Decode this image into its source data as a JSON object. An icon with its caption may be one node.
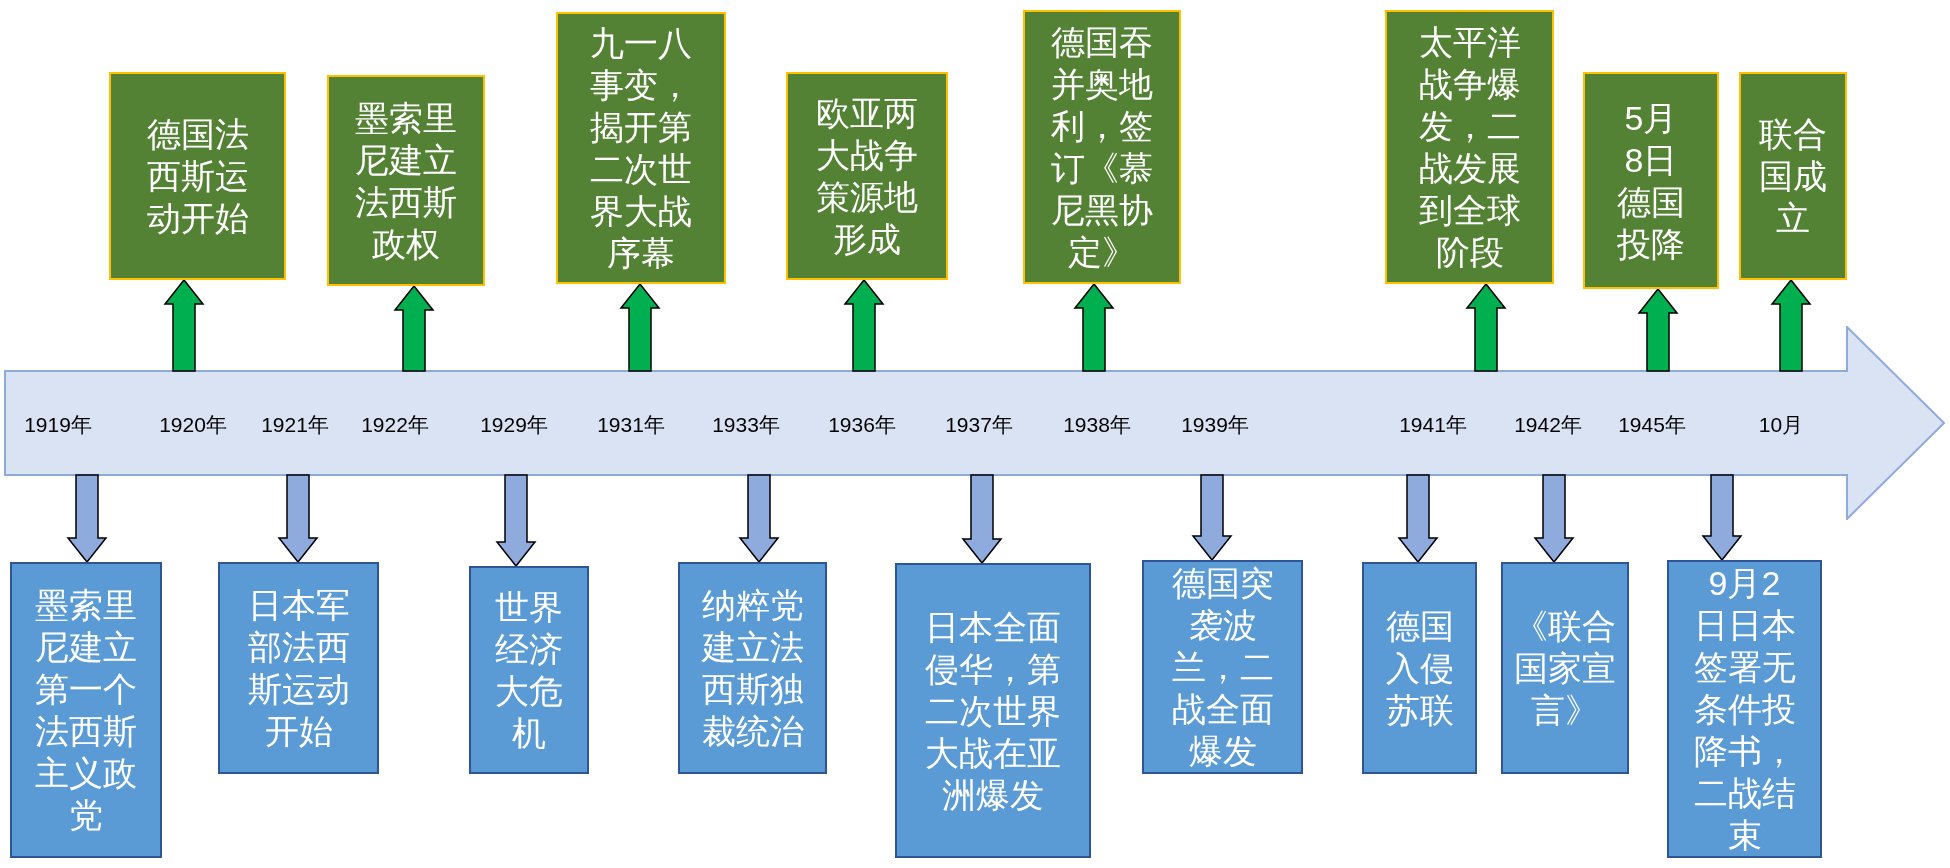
{
  "diagram": {
    "nodes": [
      {
        "text": [],
        "shape": "arrow"
      },
      {
        "text": [
          "德国法西斯运动开始"
        ]
      },
      {
        "text": [
          "墨索里尼建立法西斯政权"
        ]
      },
      {
        "text": [
          "九一八事变，揭开第二次世界大战序幕"
        ]
      },
      {
        "text": [
          "欧亚两大战争策源地形成"
        ]
      },
      {
        "text": [
          "德国吞并奥地利，签订《慕尼黑协定》"
        ]
      },
      {
        "text": [
          "太平洋战争爆发，二战发展到全球阶段"
        ]
      },
      {
        "text": [
          "5月8日德国投降"
        ]
      },
      {
        "text": [
          "联合国成立"
        ]
      },
      {
        "text": [
          "墨索里尼建立第一个法西斯主义政党"
        ]
      },
      {
        "text": [
          "日本军部法西斯运动开始"
        ]
      },
      {
        "text": [
          "世界经济大危机"
        ]
      },
      {
        "text": [
          "纳粹党建立法西斯独裁统治"
        ]
      },
      {
        "text": [
          "日本全面侵华，第二次世界大战在亚洲爆发"
        ]
      },
      {
        "text": [
          "德国突袭波兰，二战全面爆发"
        ]
      },
      {
        "text": [
          "德国入侵苏联"
        ]
      },
      {
        "text": [
          "《联合国家宣言》"
        ]
      },
      {
        "text": [
          "9月2日日本签署无条件投降书，二战结束"
        ]
      }
    ],
    "edges": [
      {
        "from": 0,
        "to": 1,
        "arrow": "to",
        "color": "#00b050"
      },
      {
        "from": 0,
        "to": 2,
        "arrow": "to",
        "color": "#00b050"
      },
      {
        "from": 0,
        "to": 3,
        "arrow": "to",
        "color": "#00b050"
      },
      {
        "from": 0,
        "to": 4,
        "arrow": "to",
        "color": "#00b050"
      },
      {
        "from": 0,
        "to": 5,
        "arrow": "to",
        "color": "#00b050"
      },
      {
        "from": 0,
        "to": 6,
        "arrow": "to",
        "color": "#00b050"
      },
      {
        "from": 0,
        "to": 7,
        "arrow": "to",
        "color": "#00b050"
      },
      {
        "from": 0,
        "to": 8,
        "arrow": "to",
        "color": "#00b050"
      },
      {
        "from": 0,
        "to": 9,
        "arrow": "to"
      },
      {
        "from": 0,
        "to": 10,
        "arrow": "to"
      },
      {
        "from": 0,
        "to": 11,
        "arrow": "to"
      },
      {
        "from": 0,
        "to": 12,
        "arrow": "to"
      },
      {
        "from": 0,
        "to": 13,
        "arrow": "to"
      },
      {
        "from": 0,
        "to": 14,
        "arrow": "to"
      },
      {
        "from": 0,
        "to": 15,
        "arrow": "to"
      },
      {
        "from": 0,
        "to": 16,
        "arrow": "to"
      },
      {
        "from": 0,
        "to": 17,
        "arrow": "to"
      }
    ],
    "labels": [
      "1919年",
      "1920年",
      "1921年",
      "1922年",
      "1929年",
      "1931年",
      "1933年",
      "1936年",
      "1937年",
      "1938年",
      "1939年",
      "1941年",
      "1942年",
      "1945年",
      "10月"
    ]
  }
}
